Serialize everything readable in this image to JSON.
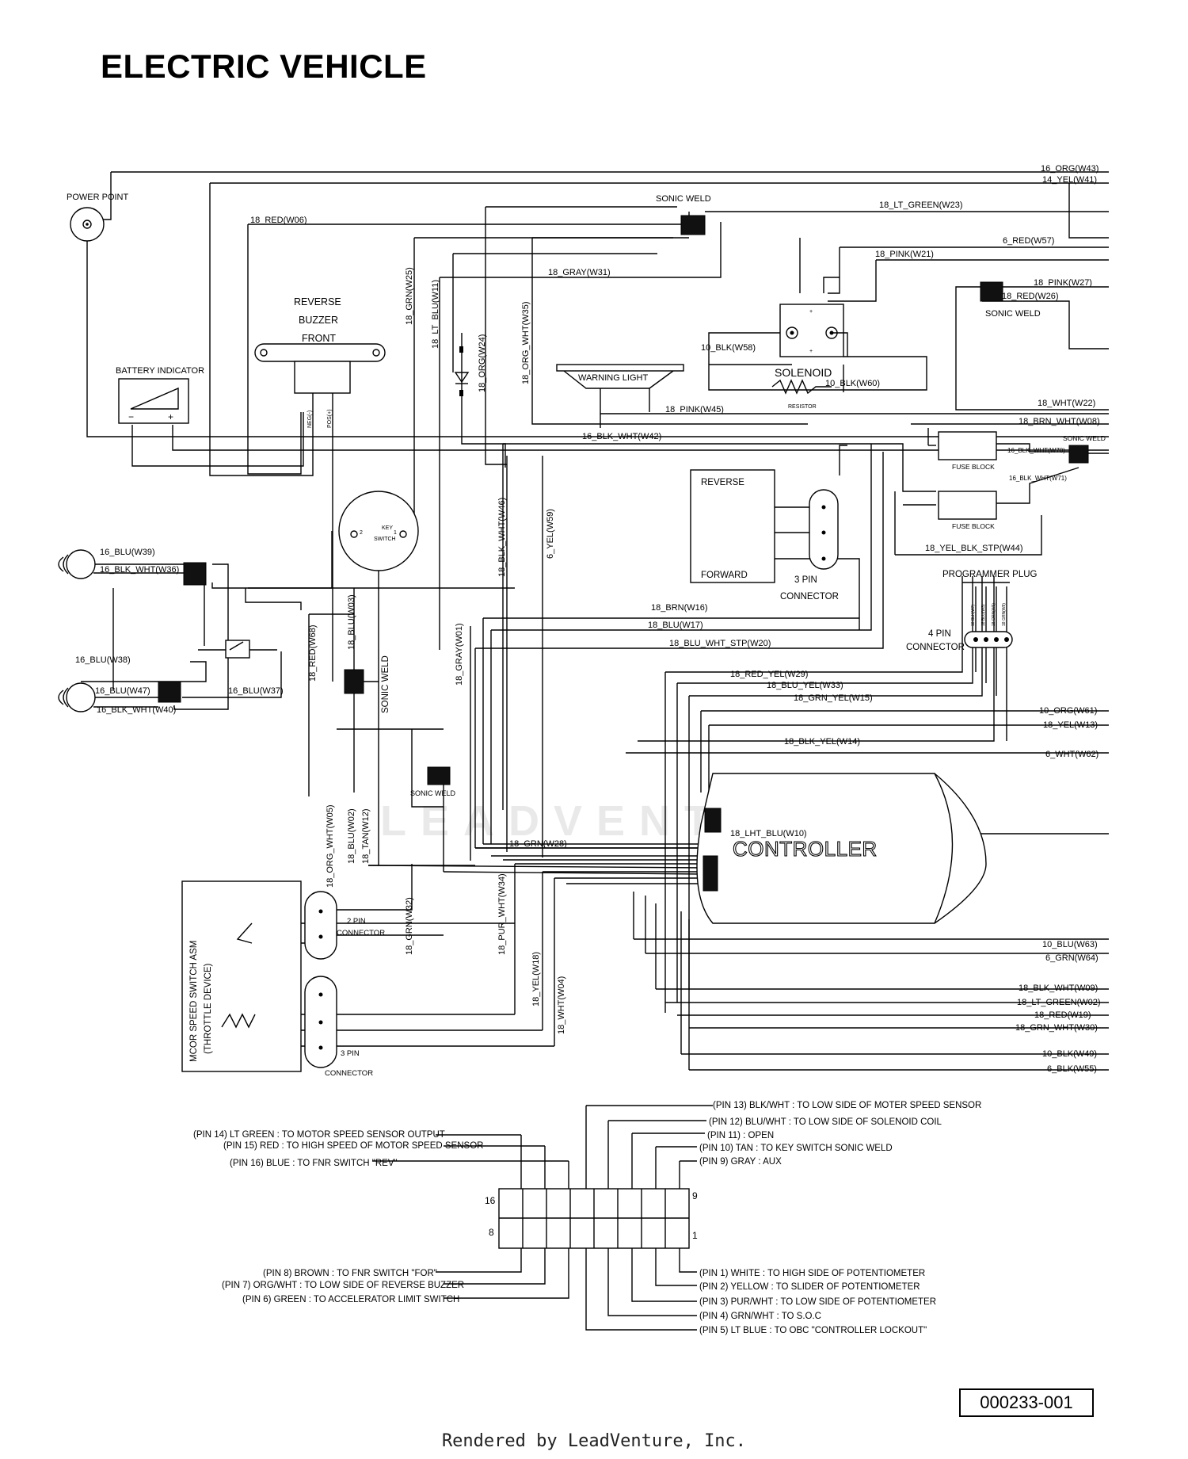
{
  "title": "ELECTRIC VEHICLE",
  "watermark": "LEADVENTURE",
  "part_number": "000233-001",
  "render_credit": "Rendered by LeadVenture, Inc.",
  "components": {
    "power_point": "POWER POINT",
    "battery_indicator": "BATTERY INDICATOR",
    "reverse_buzzer": [
      "REVERSE",
      "BUZZER",
      "FRONT"
    ],
    "neg_label": "NEG(-)",
    "pos_label": "POS(+)",
    "sonic_weld": "SONIC WELD",
    "warning_light": "WARNING LIGHT",
    "solenoid": "SOLENOID",
    "resistor": "RESISTOR",
    "fuse_block": "FUSE BLOCK",
    "key_switch": [
      "KEY",
      "SWITCH"
    ],
    "reverse": "REVERSE",
    "forward": "FORWARD",
    "three_pin_connector": [
      "3 PIN",
      "CONNECTOR"
    ],
    "programmer_plug": "PROGRAMMER PLUG",
    "four_pin_connector": [
      "4 PIN",
      "CONNECTOR"
    ],
    "controller": "CONTROLLER",
    "two_pin_connector": [
      "2 PIN",
      "CONNECTOR"
    ],
    "speed_switch": [
      "MCOR SPEED SWITCH ASM",
      "(THROTTLE DEVICE)"
    ],
    "minus": "−",
    "plus": "+",
    "pin_two": "2",
    "pin_one": "1"
  },
  "wires": {
    "w43": "16_ORG(W43)",
    "w41": "14_YEL(W41)",
    "w06": "18_RED(W06)",
    "w23": "18_LT_GREEN(W23)",
    "w57": "6_RED(W57)",
    "w21": "18_PINK(W21)",
    "w27": "18_PINK(W27)",
    "w26": "18_RED(W26)",
    "w31": "18_GRAY(W31)",
    "w25": "18_GRN(W25)",
    "w11": "18_LT_BLU(W11)",
    "w35": "18_ORG_WHT(W35)",
    "w24": "18_ORG(W24)",
    "w58": "10_BLK(W58)",
    "w60": "10_BLK(W60)",
    "w45": "18_PINK(W45)",
    "w22": "18_WHT(W22)",
    "w08": "18_BRN_WHT(W08)",
    "w42": "16_BLK_WHT(W42)",
    "w70": "16_BLK_WHT(W70)",
    "w71": "16_BLK_WHT(W71)",
    "w46": "18_BLK_WHT(W46)",
    "w59": "6_YEL(W59)",
    "w44": "18_YEL_BLK_STP(W44)",
    "w39": "16_BLU(W39)",
    "w36": "16_BLK_WHT(W36)",
    "w16": "18_BRN(W16)",
    "w17": "18_BLU(W17)",
    "w20": "18_BLU_WHT_STP(W20)",
    "w03": "18_BLU(W03)",
    "w68": "18_RED(W68)",
    "w01": "18_GRAY(W01)",
    "w38": "16_BLU(W38)",
    "w47": "16_BLU(W47)",
    "w37": "16_BLU(W37)",
    "w40": "16_BLK_WHT(W40)",
    "w29": "18_RED_YEL(W29)",
    "w33": "18_BLU_YEL(W33)",
    "w15": "18_GRN_YEL(W15)",
    "w61": "10_ORG(W61)",
    "w13": "18_YEL(W13)",
    "w14": "18_BLK_YEL(W14)",
    "w62": "6_WHT(W62)",
    "w10": "18_LHT_BLU(W10)",
    "w28": "18_GRN(W28)",
    "w05": "18_ORG_WHT(W05)",
    "w02": "18_BLU(W02)",
    "w12": "18_TAN(W12)",
    "w32": "18_GRN(W32)",
    "w34": "18_PUR_WHT(W34)",
    "w18": "18_YEL(W18)",
    "w04": "18_WHT(W04)",
    "w63": "10_BLU(W63)",
    "w64": "6_GRN(W64)",
    "w09": "18_BLK_WHT(W09)",
    "w02b": "18_LT_GREEN(W02)",
    "w19": "18_RED(W19)",
    "w30": "18_GRN_WHT(W30)",
    "w49": "10_BLK(W49)",
    "w55": "6_BLK(W55)"
  },
  "programmer_pins": [
    "18 BLK(W7)",
    "18 BLU(W3)",
    "18 ORN(W5)",
    "18 GRN(W8)"
  ],
  "pinout": {
    "left_top": [
      "(PIN 14) LT GREEN   : TO MOTOR SPEED SENSOR OUTPUT",
      "(PIN 15) RED    : TO HIGH SPEED OF MOTOR SPEED SENSOR",
      "(PIN 16) BLUE   : TO FNR SWITCH \"REV\""
    ],
    "right_top": [
      "(PIN 13) BLK/WHT   : TO LOW SIDE OF MOTER SPEED SENSOR",
      "(PIN 12) BLU/WHT   : TO LOW SIDE OF SOLENOID COIL",
      "(PIN 11)          : OPEN",
      "(PIN 10) TAN     : TO KEY SWITCH SONIC WELD",
      "(PIN 9) GRAY     : AUX"
    ],
    "left_bottom": [
      "(PIN 8) BROWN   : TO FNR SWITCH \"FOR\"",
      "(PIN 7) ORG/WHT    : TO LOW SIDE OF REVERSE BUZZER",
      "(PIN 6) GREEN    : TO ACCELERATOR LIMIT SWITCH"
    ],
    "right_bottom": [
      "(PIN 1) WHITE    : TO HIGH SIDE OF POTENTIOMETER",
      "(PIN 2) YELLOW   : TO SLIDER OF POTENTIOMETER",
      "(PIN 3) PUR/WHT   : TO LOW SIDE OF POTENTIOMETER",
      "(PIN 4) GRN/WHT   : TO S.O.C",
      "(PIN 5) LT BLUE   : TO OBC \"CONTROLLER LOCKOUT\""
    ],
    "pin_numbers": {
      "p16": "16",
      "p8": "8",
      "p9": "9",
      "p1": "1"
    }
  }
}
